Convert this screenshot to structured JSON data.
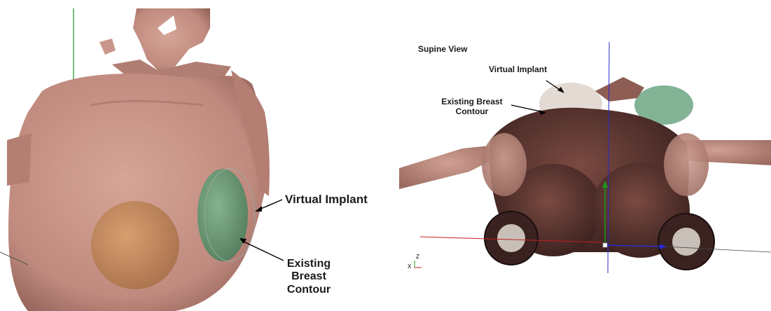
{
  "left_panel": {
    "virtual_implant_label": "Virtual Implant",
    "existing_contour_label": "Existing Breast Contour",
    "contour_lines": [
      "Existing",
      "Breast",
      "Contour"
    ]
  },
  "right_panel": {
    "view_label": "Supine View",
    "virtual_implant_label": "Virtual Implant",
    "existing_contour_lines": [
      "Existing Breast",
      "Contour"
    ],
    "axis_labels": {
      "z": "Z",
      "x": "X"
    }
  },
  "colors": {
    "skin": "#c8968a",
    "skin_dark": "#8e5e55",
    "implant_orange": "#c9905e",
    "implant_green": "#5a9a72",
    "interior_dark": "#5a3530",
    "axis_green": "#1a9a1a",
    "axis_blue": "#2a2ad0",
    "axis_red": "#c02020"
  }
}
